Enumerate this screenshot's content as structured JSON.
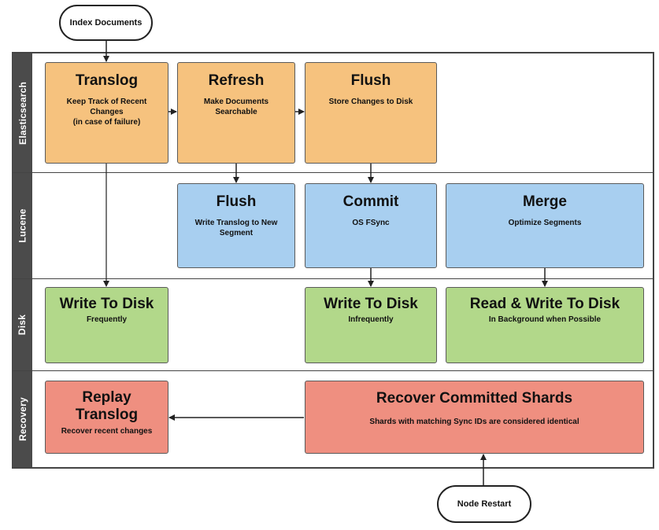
{
  "terminals": {
    "index_documents": "Index Documents",
    "node_restart": "Node Restart"
  },
  "lanes": {
    "elasticsearch": "Elasticsearch",
    "lucene": "Lucene",
    "disk": "Disk",
    "recovery": "Recovery"
  },
  "elasticsearch": {
    "translog": {
      "title": "Translog",
      "subtitle_1": "Keep Track of Recent",
      "subtitle_2": "Changes",
      "subtitle_3": "(in case of failure)"
    },
    "refresh": {
      "title": "Refresh",
      "subtitle_1": "Make Documents",
      "subtitle_2": "Searchable"
    },
    "flush": {
      "title": "Flush",
      "subtitle_1": "Store Changes to Disk"
    }
  },
  "lucene": {
    "flush": {
      "title": "Flush",
      "subtitle_1": "Write Translog to New",
      "subtitle_2": "Segment"
    },
    "commit": {
      "title": "Commit",
      "subtitle_1": "OS FSync"
    },
    "merge": {
      "title": "Merge",
      "subtitle_1": "Optimize Segments"
    }
  },
  "disk": {
    "write_frequent": {
      "title": "Write To Disk",
      "subtitle": "Frequently"
    },
    "write_infrequent": {
      "title": "Write To Disk",
      "subtitle": "Infrequently"
    },
    "read_write": {
      "title": "Read & Write To Disk",
      "subtitle": "In Background when Possible"
    }
  },
  "recovery": {
    "replay": {
      "title_1": "Replay",
      "title_2": "Translog",
      "subtitle": "Recover recent changes"
    },
    "recover_shards": {
      "title": "Recover Committed Shards",
      "subtitle": "Shards with matching Sync IDs are considered identical"
    }
  },
  "colors": {
    "elasticsearch": "#f6c27e",
    "lucene": "#a8cff0",
    "disk": "#b2d88a",
    "recovery": "#ef8f80",
    "lane_label": "#4b4b4b"
  }
}
